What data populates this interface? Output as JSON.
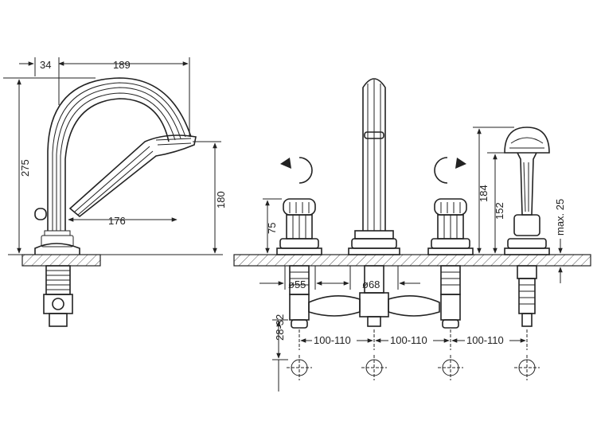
{
  "dimensions": {
    "d34": "34",
    "d189": "189",
    "d275": "275",
    "d180": "180",
    "d176": "176",
    "d75": "75",
    "d184": "184",
    "d152": "152",
    "dmax25": "max. 25",
    "d55": "ø55",
    "d68": "ø68",
    "d2832": "28-32",
    "dspacing1": "100-110",
    "dspacing2": "100-110",
    "dspacing3": "100-110"
  }
}
